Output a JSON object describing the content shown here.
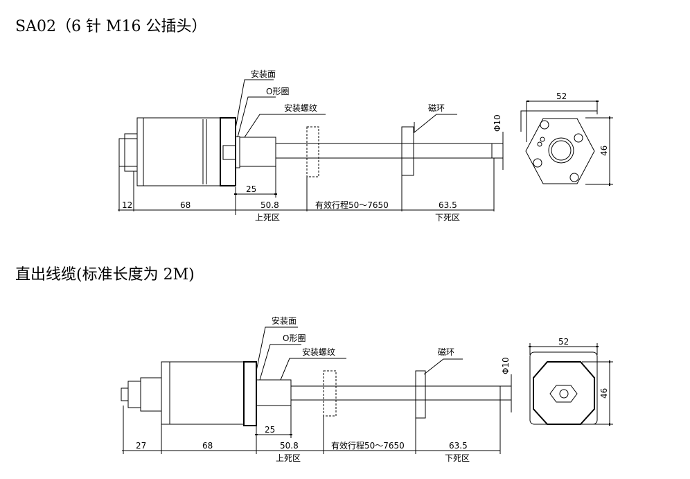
{
  "section1": {
    "title": "SA02（6 针 M16 公插头）",
    "labels": {
      "mount_face": "安装面",
      "o_ring": "O形圈",
      "mount_thread": "安装螺纹",
      "magnet_ring": "磁环",
      "rod_dia": "Φ10"
    },
    "dims": {
      "connector": "12",
      "body": "68",
      "thread": "25",
      "top_dead": "50.8",
      "stroke": "有效行程50～7650",
      "bottom_dead": "63.5",
      "width": "52",
      "height": "46"
    },
    "zones": {
      "top": "上死区",
      "bottom": "下死区"
    }
  },
  "section2": {
    "title": "直出线缆(标准长度为 2M)",
    "labels": {
      "mount_face": "安装面",
      "o_ring": "O形圈",
      "mount_thread": "安装螺纹",
      "magnet_ring": "磁环",
      "rod_dia": "Φ10"
    },
    "dims": {
      "connector": "27",
      "body": "68",
      "thread": "25",
      "top_dead": "50.8",
      "stroke": "有效行程50～7650",
      "bottom_dead": "63.5",
      "width": "52",
      "height": "46"
    },
    "zones": {
      "top": "上死区",
      "bottom": "下死区"
    }
  }
}
